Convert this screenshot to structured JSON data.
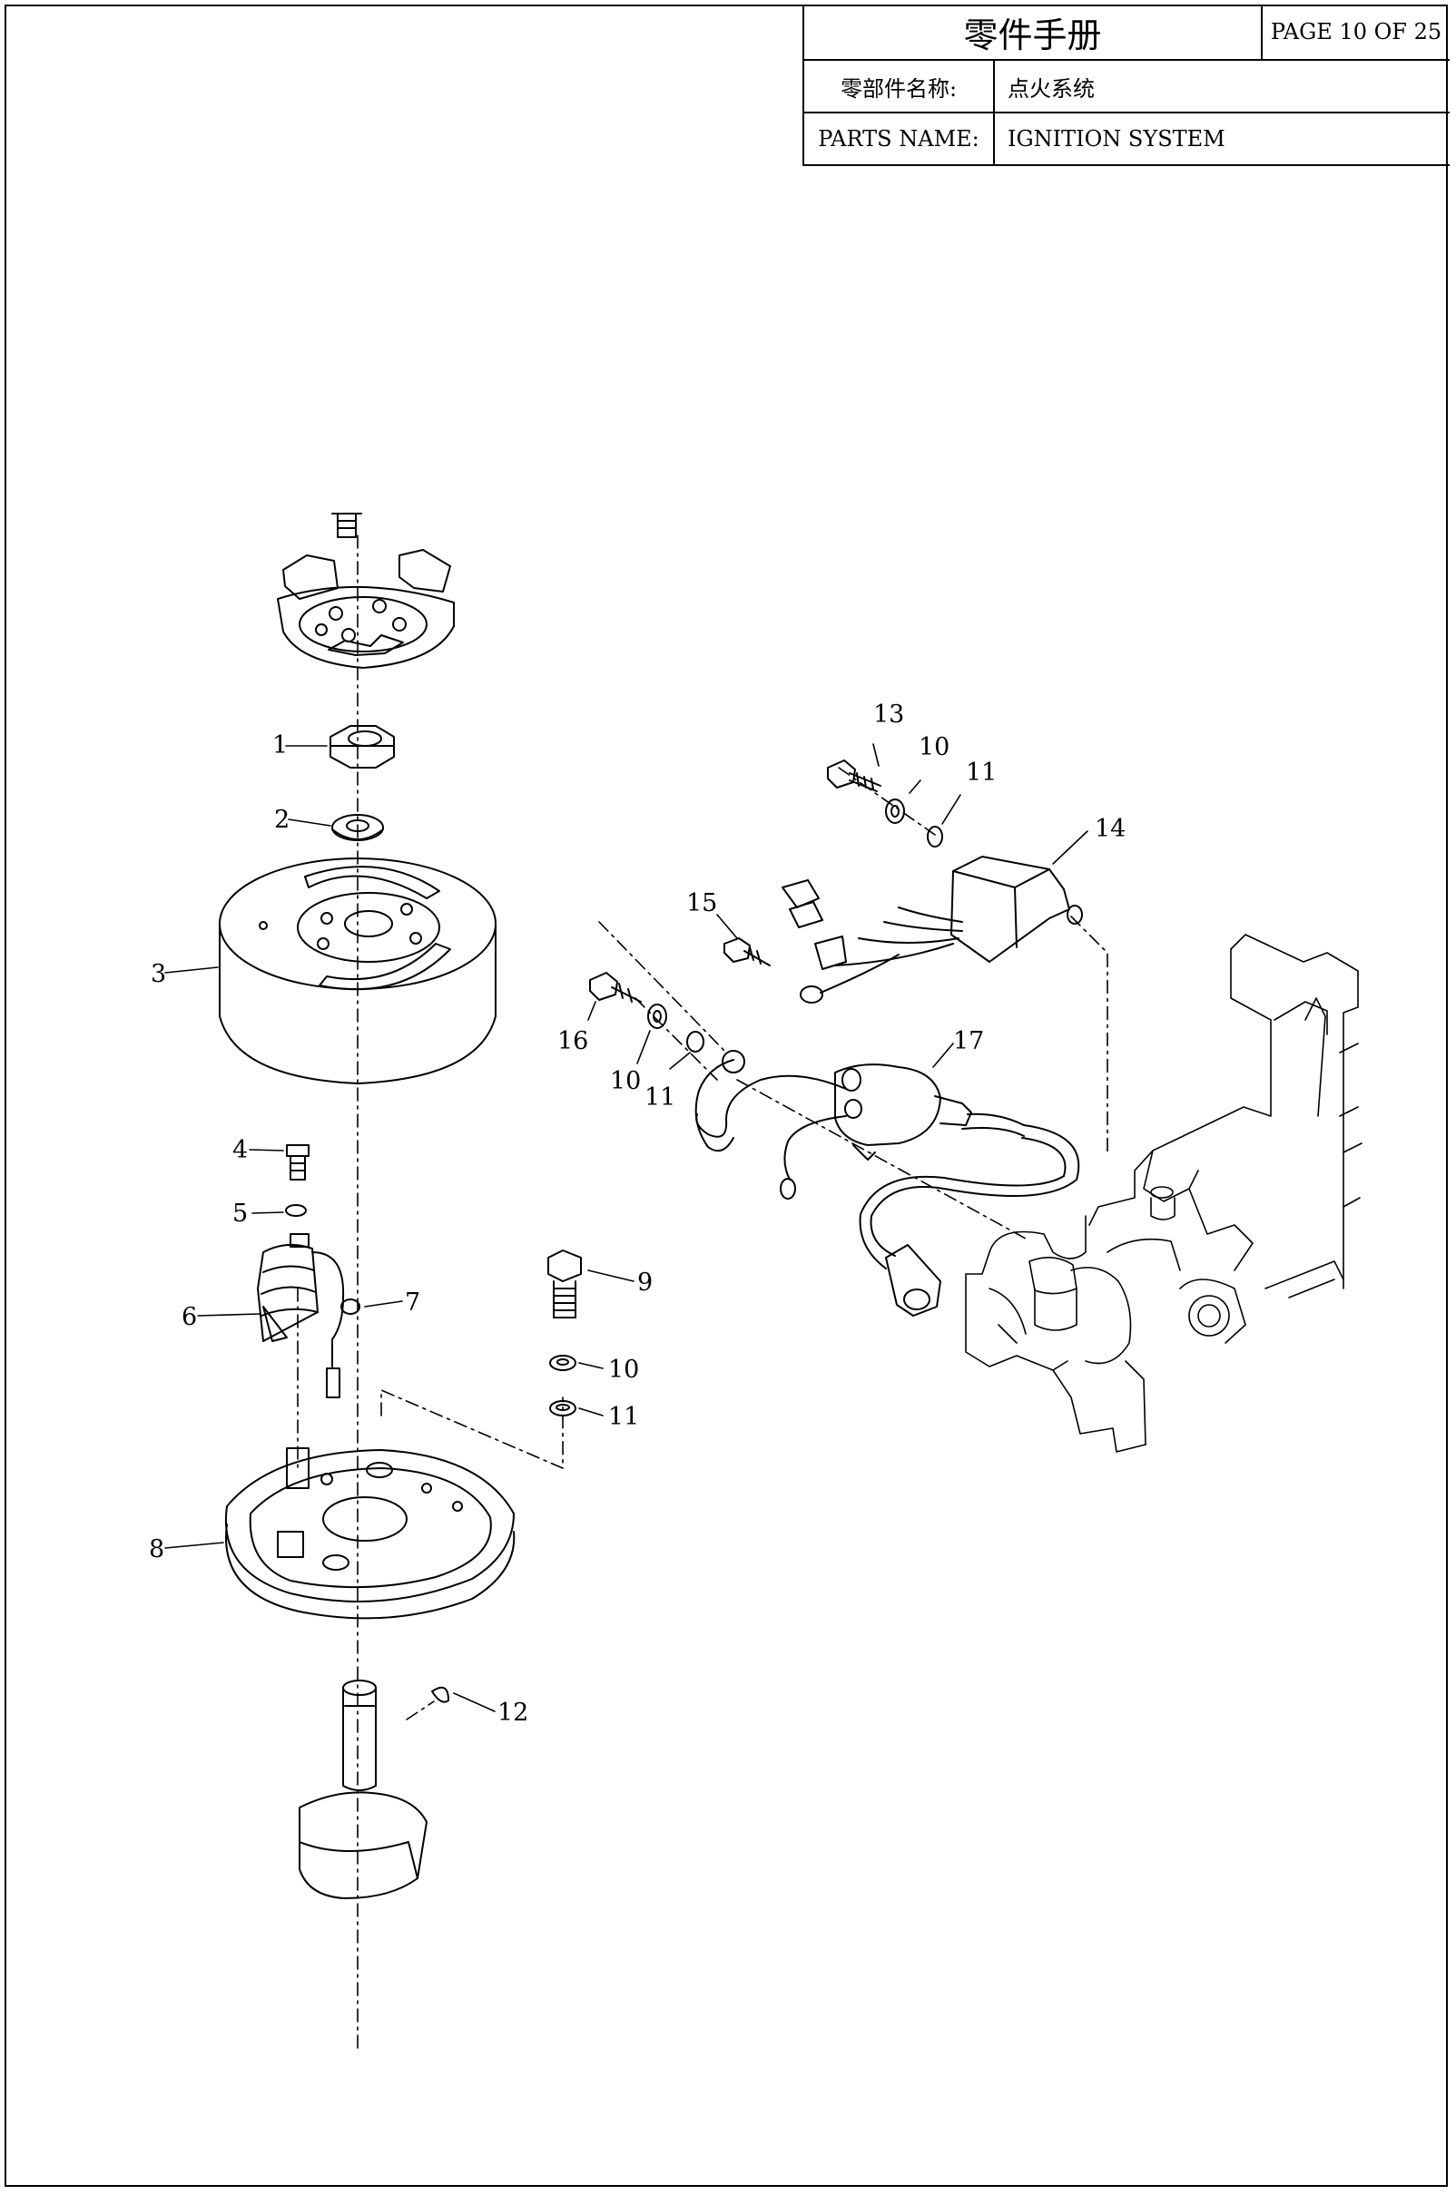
{
  "header": {
    "title": "零件手册",
    "page": "PAGE 10 OF 25",
    "name_label_cn": "零部件名称:",
    "name_value_cn": "点火系统",
    "name_label_en": "PARTS NAME:",
    "name_value_en": "IGNITION SYSTEM"
  },
  "callouts": {
    "c1": "1",
    "c2": "2",
    "c3": "3",
    "c4": "4",
    "c5": "5",
    "c6": "6",
    "c7": "7",
    "c8": "8",
    "c9": "9",
    "c10a": "10",
    "c11a": "11",
    "c12": "12",
    "c13": "13",
    "c10b": "10",
    "c11b": "11",
    "c14": "14",
    "c15": "15",
    "c16": "16",
    "c10c": "10",
    "c11c": "11",
    "c17": "17"
  }
}
